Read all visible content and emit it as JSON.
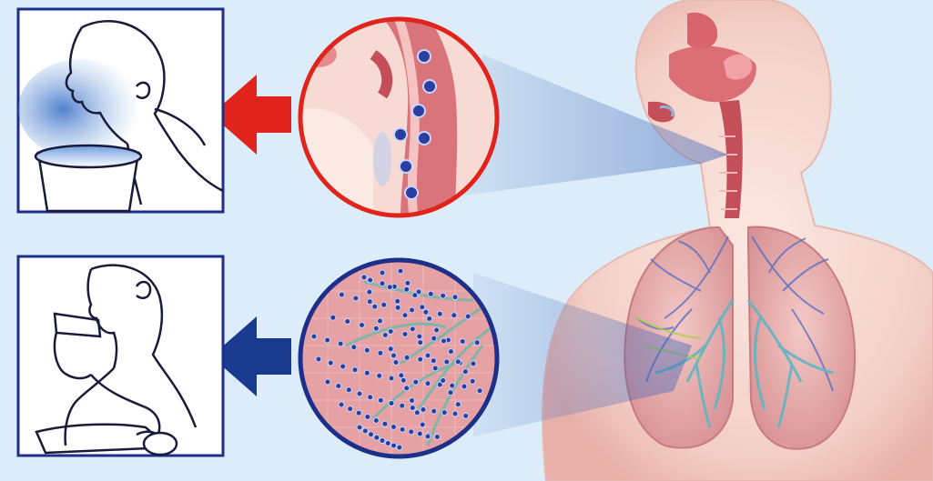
{
  "colors": {
    "background": "#dcecf8",
    "frame_border": "#1c2f8a",
    "frame_fill": "#ffffff",
    "upper_arrow": "#e0241b",
    "lower_arrow": "#1a3a8f",
    "upper_magnifier_ring": "#e0241b",
    "lower_magnifier_ring": "#1c2f8a",
    "particle": "#2a3f9e",
    "tissue": "#e7a6a8",
    "tissue_dark": "#c9646b",
    "skin": "#f6dcd4",
    "lung_vessels_blue": "#5b6fc4",
    "lung_vessels_teal": "#5fb6c2",
    "beam": "#3b63b8"
  },
  "panels": [
    {
      "id": "upper",
      "subject": "person-inhaling-vapor",
      "arrow_direction": "left",
      "arrow_color_key": "upper_arrow"
    },
    {
      "id": "lower",
      "subject": "person-using-nebulizer",
      "arrow_direction": "left",
      "arrow_color_key": "lower_arrow"
    }
  ],
  "magnifiers": [
    {
      "id": "upper",
      "region": "upper-airway",
      "particle_count": 7
    },
    {
      "id": "lower",
      "region": "bronchioles",
      "particle_pattern": "branching-chains"
    }
  ]
}
